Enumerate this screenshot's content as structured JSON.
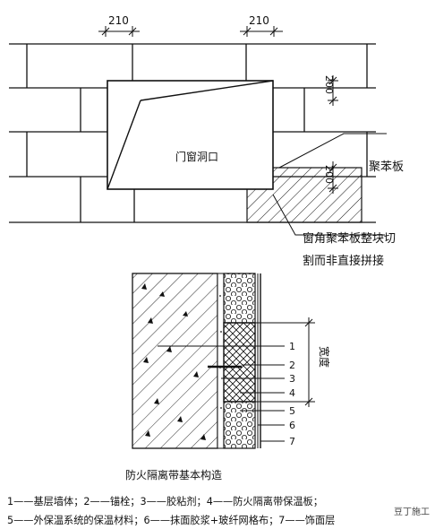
{
  "top": {
    "dim_left": "210",
    "dim_right": "210",
    "dim_v_upper": "200",
    "dim_v_lower": "200",
    "opening_label": "门窗洞口",
    "eps_label": "聚苯板",
    "corner_label_1": "窗角聚苯板整块切",
    "corner_label_2": "割而非直接拼接"
  },
  "bottom": {
    "width_label": "宽度",
    "callouts": [
      "1",
      "2",
      "3",
      "4",
      "5",
      "6",
      "7"
    ],
    "caption": "防火隔离带基本构造"
  },
  "legend": {
    "line1": "1——基层墙体；2——锚栓；3——胶粘剂；4——防火隔离带保温板；",
    "line2": "5——外保温系统的保温材料；6——抹面胶浆+玻纤网格布；7——饰面层"
  },
  "watermark": "豆丁施工"
}
